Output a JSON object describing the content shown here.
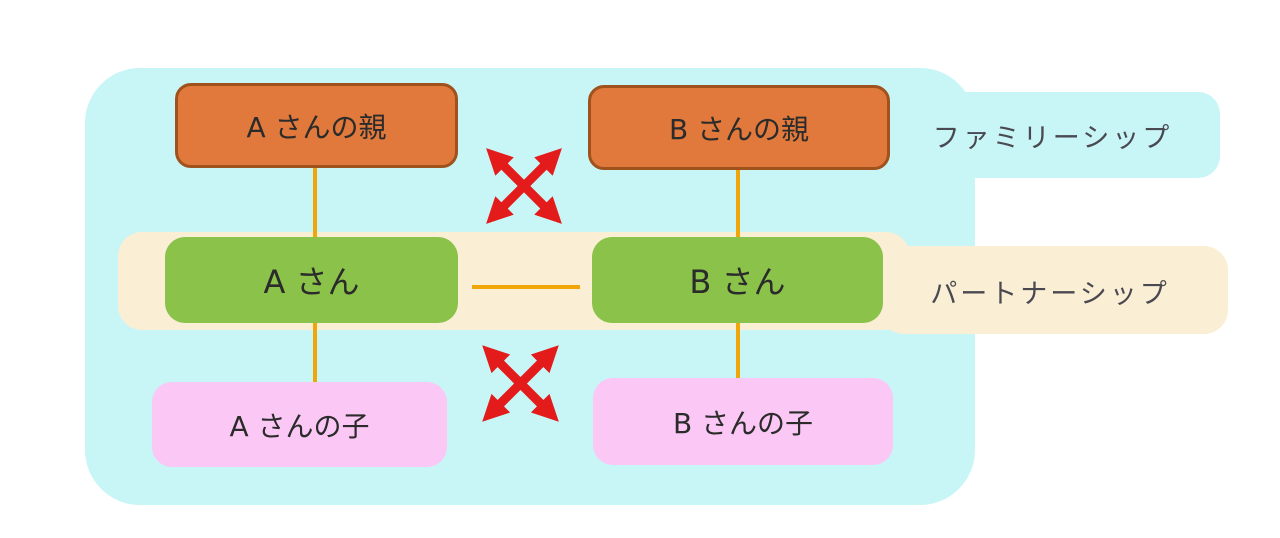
{
  "diagram": {
    "nodes": {
      "parent_a": "A さんの親",
      "parent_b": "B さんの親",
      "person_a": "A さん",
      "person_b": "B さん",
      "child_a": "A さんの子",
      "child_b": "B さんの子"
    },
    "labels": {
      "familyship": "ファミリーシップ",
      "partnership": "パートナーシップ"
    },
    "colors": {
      "familyship_area": "#c8f5f6",
      "partnership_band": "#faefd4",
      "parent_box": "#e0793b",
      "parent_box_border": "#a0521d",
      "person_box": "#8bc24a",
      "child_box": "#fbc8f5",
      "connector": "#f0a50a",
      "cross_arrow": "#e31b1b",
      "node_text": "#2b2b2b",
      "label_text": "#4a4850"
    }
  }
}
